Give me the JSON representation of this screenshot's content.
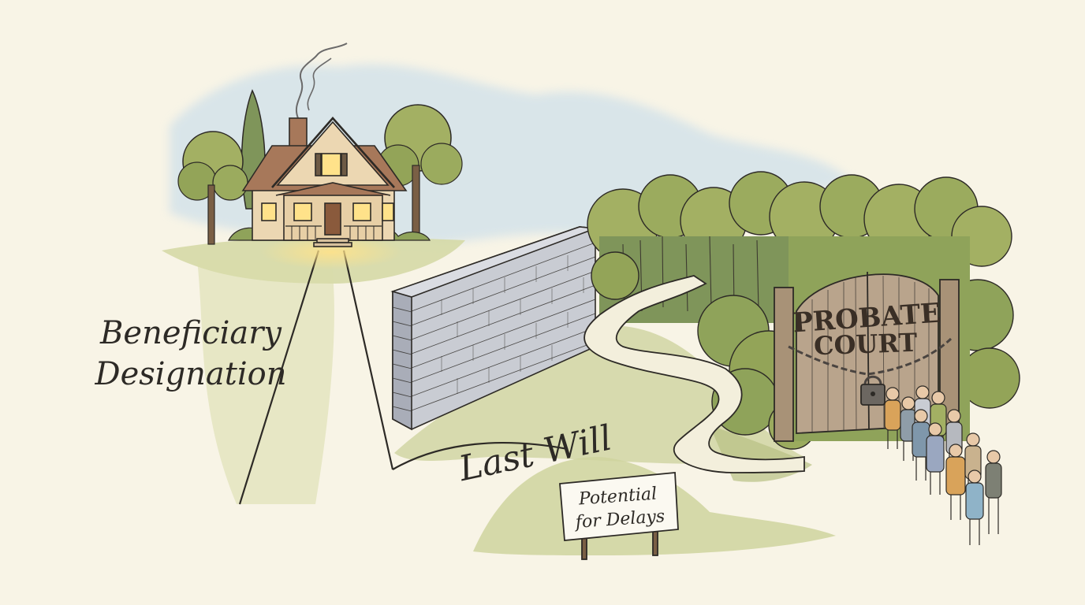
{
  "labels": {
    "beneficiary_line1": "Beneficiary",
    "beneficiary_line2": "Designation",
    "last_will": "Last Will",
    "sign_line1": "Potential",
    "sign_line2": "for Delays",
    "gate_line1": "PROBATE",
    "gate_line2": "COURT"
  },
  "colors": {
    "paper": "#f8f4e6",
    "sky_wash": "#cfe0ea",
    "grass": "#c9cf96",
    "grass_dark": "#9fae6a",
    "foliage": "#8fa35a",
    "foliage_dark": "#6f8744",
    "wall": "#c9ccd3",
    "wall_shade": "#a9adb8",
    "house_wall": "#ecd7b2",
    "roof": "#a7785a",
    "gate_wood": "#b9a48c",
    "ink": "#2d2a26"
  },
  "icons": {
    "house": "house-icon",
    "padlock": "padlock-icon",
    "chain": "chain-icon",
    "smoke": "smoke-icon"
  }
}
